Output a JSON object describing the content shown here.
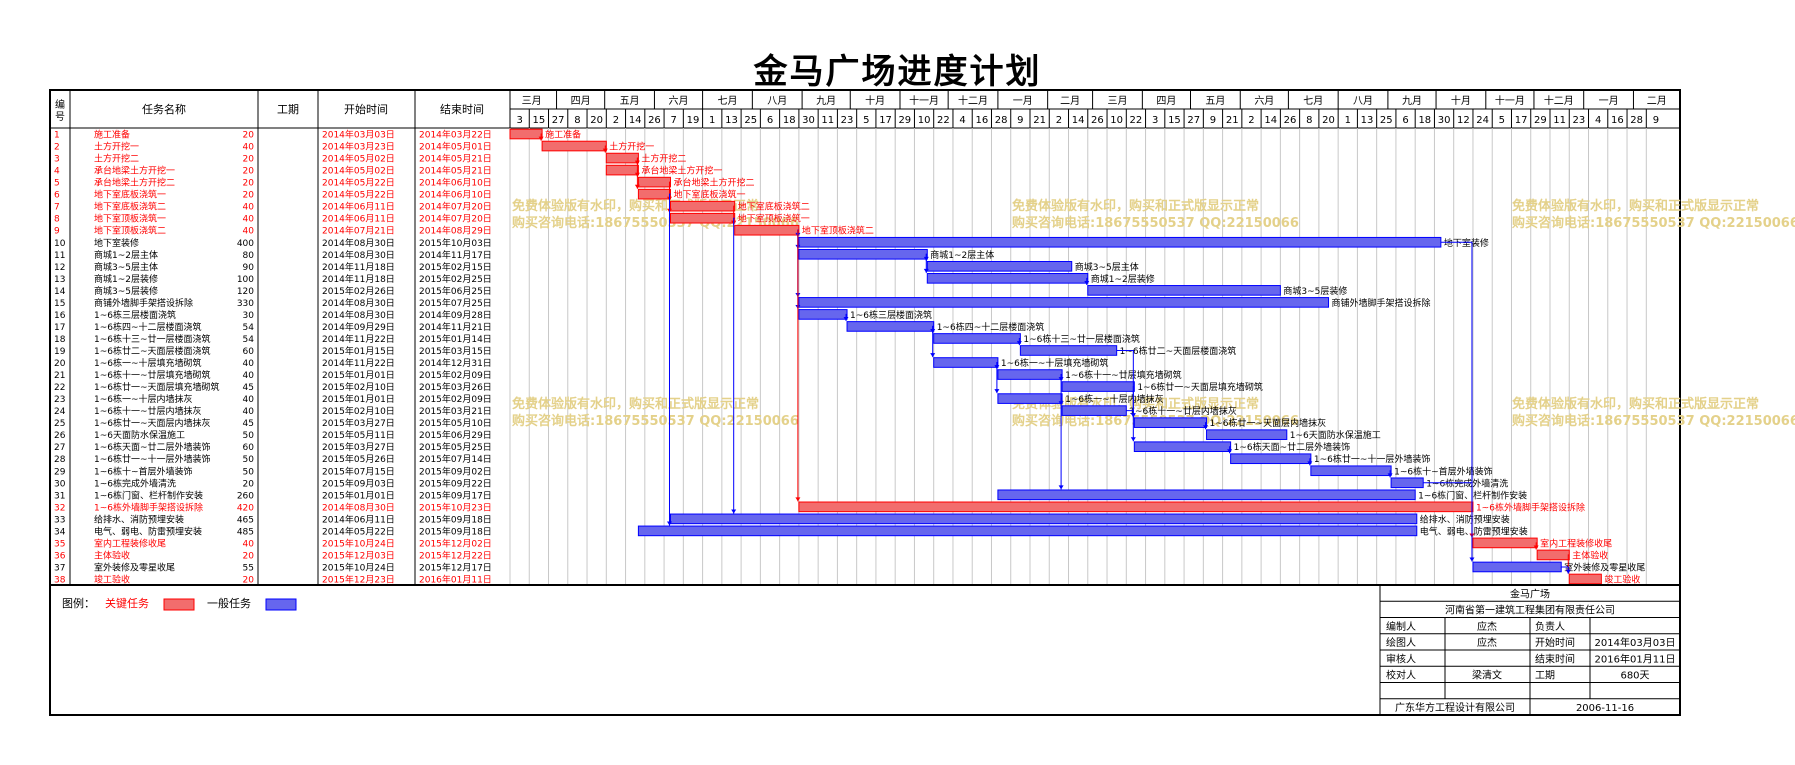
{
  "title": "金马广场进度计划",
  "headers": {
    "no": "编号",
    "name": "任务名称",
    "dur": "工期",
    "start": "开始时间",
    "end": "结束时间"
  },
  "months": [
    "三月",
    "四月",
    "五月",
    "六月",
    "七月",
    "八月",
    "九月",
    "十月",
    "十一月",
    "十二月",
    "一月",
    "二月",
    "三月",
    "四月",
    "五月",
    "六月",
    "七月",
    "八月",
    "九月",
    "十月",
    "十一月",
    "十二月",
    "一月",
    "二月"
  ],
  "days": [
    "3",
    "15",
    "27",
    "8",
    "20",
    "2",
    "14",
    "26",
    "7",
    "19",
    "1",
    "13",
    "25",
    "6",
    "18",
    "30",
    "11",
    "23",
    "5",
    "17",
    "29",
    "10",
    "22",
    "4",
    "16",
    "28",
    "9",
    "21",
    "2",
    "14",
    "26",
    "10",
    "22",
    "3",
    "15",
    "27",
    "9",
    "21",
    "2",
    "14",
    "26",
    "8",
    "20",
    "1",
    "13",
    "25",
    "6",
    "18",
    "30",
    "12",
    "24",
    "5",
    "17",
    "29",
    "11",
    "23",
    "4",
    "16",
    "28",
    "9"
  ],
  "legend": {
    "prefix": "图例：",
    "critical": "关键任务",
    "normal": "一般任务"
  },
  "colors": {
    "critical": "#ff0000",
    "critical_fill": "#f26d6d",
    "normal": "#0000ff",
    "normal_fill": "#6666ee",
    "text_critical": "#ff0000",
    "text_normal": "#000000"
  },
  "info": {
    "project": "金马广场",
    "company": "河南省第一建筑工程集团有限责任公司",
    "r1": [
      "编制人",
      "应杰",
      "负责人",
      ""
    ],
    "r2": [
      "绘图人",
      "应杰",
      "开始时间",
      "2014年03月03日"
    ],
    "r3": [
      "审核人",
      "",
      "结束时间",
      "2016年01月11日"
    ],
    "r4": [
      "校对人",
      "梁清文",
      "工期",
      "680天"
    ],
    "r5": [
      "广东华方工程设计有限公司",
      "2006-11-16"
    ]
  },
  "watermark": {
    "line1": "免费体验版有水印，购买和正式版显示正常",
    "line2": "购买咨询电话:18675550537 QQ:22150066"
  },
  "chart_data": {
    "type": "gantt",
    "tasks": [
      {
        "id": 1,
        "name": "施工准备",
        "dur": 20,
        "start": "2014年03月03日",
        "end": "2014年03月22日",
        "critical": true
      },
      {
        "id": 2,
        "name": "土方开挖一",
        "dur": 40,
        "start": "2014年03月23日",
        "end": "2014年05月01日",
        "critical": true
      },
      {
        "id": 3,
        "name": "土方开挖二",
        "dur": 20,
        "start": "2014年05月02日",
        "end": "2014年05月21日",
        "critical": true
      },
      {
        "id": 4,
        "name": "承台地梁土方开挖一",
        "dur": 20,
        "start": "2014年05月02日",
        "end": "2014年05月21日",
        "critical": true
      },
      {
        "id": 5,
        "name": "承台地梁土方开挖二",
        "dur": 20,
        "start": "2014年05月22日",
        "end": "2014年06月10日",
        "critical": true
      },
      {
        "id": 6,
        "name": "地下室底板浇筑一",
        "dur": 20,
        "start": "2014年05月22日",
        "end": "2014年06月10日",
        "critical": true
      },
      {
        "id": 7,
        "name": "地下室底板浇筑二",
        "dur": 40,
        "start": "2014年06月11日",
        "end": "2014年07月20日",
        "critical": true
      },
      {
        "id": 8,
        "name": "地下室顶板浇筑一",
        "dur": 40,
        "start": "2014年06月11日",
        "end": "2014年07月20日",
        "critical": true
      },
      {
        "id": 9,
        "name": "地下室顶板浇筑二",
        "dur": 40,
        "start": "2014年07月21日",
        "end": "2014年08月29日",
        "critical": true
      },
      {
        "id": 10,
        "name": "地下室装修",
        "dur": 400,
        "start": "2014年08月30日",
        "end": "2015年10月03日",
        "critical": false
      },
      {
        "id": 11,
        "name": "商城1~2层主体",
        "dur": 80,
        "start": "2014年08月30日",
        "end": "2014年11月17日",
        "critical": false
      },
      {
        "id": 12,
        "name": "商城3~5层主体",
        "dur": 90,
        "start": "2014年11月18日",
        "end": "2015年02月15日",
        "critical": false
      },
      {
        "id": 13,
        "name": "商城1~2层装修",
        "dur": 100,
        "start": "2014年11月18日",
        "end": "2015年02月25日",
        "critical": false
      },
      {
        "id": 14,
        "name": "商城3~5层装修",
        "dur": 120,
        "start": "2015年02月26日",
        "end": "2015年06月25日",
        "critical": false
      },
      {
        "id": 15,
        "name": "商铺外墙脚手架搭设拆除",
        "dur": 330,
        "start": "2014年08月30日",
        "end": "2015年07月25日",
        "critical": false
      },
      {
        "id": 16,
        "name": "1~6栋三层楼面浇筑",
        "dur": 30,
        "start": "2014年08月30日",
        "end": "2014年09月28日",
        "critical": false
      },
      {
        "id": 17,
        "name": "1~6栋四~十二层楼面浇筑",
        "dur": 54,
        "start": "2014年09月29日",
        "end": "2014年11月21日",
        "critical": false
      },
      {
        "id": 18,
        "name": "1~6栋十三~廿一层楼面浇筑",
        "dur": 54,
        "start": "2014年11月22日",
        "end": "2015年01月14日",
        "critical": false
      },
      {
        "id": 19,
        "name": "1~6栋廿二~天面层楼面浇筑",
        "dur": 60,
        "start": "2015年01月15日",
        "end": "2015年03月15日",
        "critical": false
      },
      {
        "id": 20,
        "name": "1~6栋一~十层填充墙砌筑",
        "dur": 40,
        "start": "2014年11月22日",
        "end": "2014年12月31日",
        "critical": false
      },
      {
        "id": 21,
        "name": "1~6栋十一~廿层填充墙砌筑",
        "dur": 40,
        "start": "2015年01月01日",
        "end": "2015年02月09日",
        "critical": false
      },
      {
        "id": 22,
        "name": "1~6栋廿一~天面层填充墙砌筑",
        "dur": 45,
        "start": "2015年02月10日",
        "end": "2015年03月26日",
        "critical": false
      },
      {
        "id": 23,
        "name": "1~6栋一~十层内墙抹灰",
        "dur": 40,
        "start": "2015年01月01日",
        "end": "2015年02月09日",
        "critical": false
      },
      {
        "id": 24,
        "name": "1~6栋十一~廿层内墙抹灰",
        "dur": 40,
        "start": "2015年02月10日",
        "end": "2015年03月21日",
        "critical": false
      },
      {
        "id": 25,
        "name": "1~6栋廿一~天面层内墙抹灰",
        "dur": 45,
        "start": "2015年03月27日",
        "end": "2015年05月10日",
        "critical": false
      },
      {
        "id": 26,
        "name": "1~6天面防水保温施工",
        "dur": 50,
        "start": "2015年05月11日",
        "end": "2015年06月29日",
        "critical": false
      },
      {
        "id": 27,
        "name": "1~6栋天面~廿二层外墙装饰",
        "dur": 60,
        "start": "2015年03月27日",
        "end": "2015年05月25日",
        "critical": false
      },
      {
        "id": 28,
        "name": "1~6栋廿一~十一层外墙装饰",
        "dur": 50,
        "start": "2015年05月26日",
        "end": "2015年07月14日",
        "critical": false
      },
      {
        "id": 29,
        "name": "1~6栋十~首层外墙装饰",
        "dur": 50,
        "start": "2015年07月15日",
        "end": "2015年09月02日",
        "critical": false
      },
      {
        "id": 30,
        "name": "1~6栋完成外墙清洗",
        "dur": 20,
        "start": "2015年09月03日",
        "end": "2015年09月22日",
        "critical": false
      },
      {
        "id": 31,
        "name": "1~6栋门窗、栏杆制作安装",
        "dur": 260,
        "start": "2015年01月01日",
        "end": "2015年09月17日",
        "critical": false
      },
      {
        "id": 32,
        "name": "1~6栋外墙脚手架搭设拆除",
        "dur": 420,
        "start": "2014年08月30日",
        "end": "2015年10月23日",
        "critical": true
      },
      {
        "id": 33,
        "name": "给排水、消防预埋安装",
        "dur": 465,
        "start": "2014年06月11日",
        "end": "2015年09月18日",
        "critical": false
      },
      {
        "id": 34,
        "name": "电气、弱电、防雷预埋安装",
        "dur": 485,
        "start": "2014年05月22日",
        "end": "2015年09月18日",
        "critical": false
      },
      {
        "id": 35,
        "name": "室内工程装修收尾",
        "dur": 40,
        "start": "2015年10月24日",
        "end": "2015年12月02日",
        "critical": true
      },
      {
        "id": 36,
        "name": "主体验收",
        "dur": 20,
        "start": "2015年12月03日",
        "end": "2015年12月22日",
        "critical": true
      },
      {
        "id": 37,
        "name": "室外装修及零星收尾",
        "dur": 55,
        "start": "2015年10月24日",
        "end": "2015年12月17日",
        "critical": false
      },
      {
        "id": 38,
        "name": "竣工验收",
        "dur": 20,
        "start": "2015年12月23日",
        "end": "2016年01月11日",
        "critical": true
      }
    ]
  }
}
